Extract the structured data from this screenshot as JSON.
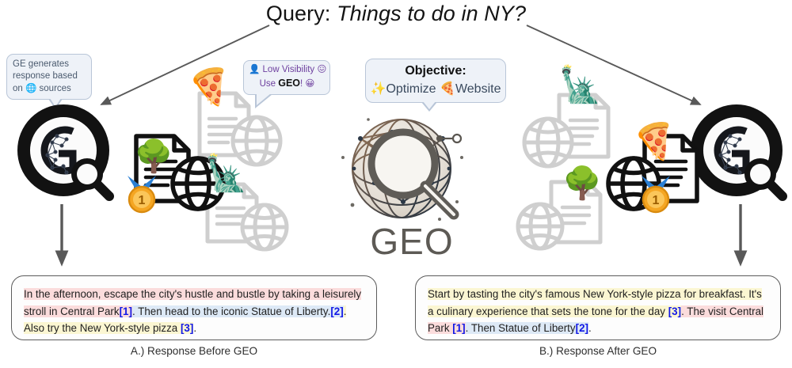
{
  "query": {
    "label": "Query:",
    "value": "Things to do in NY?"
  },
  "callouts": {
    "ge_generates": {
      "line1": "GE generates",
      "line2": "response based",
      "line3_pre": "on",
      "line3_icon": "globe-icon",
      "line3_post": "sources"
    },
    "low_visibility": {
      "person_icon": "person-icon",
      "line1": "Low Visibility",
      "line1_emoji": "confounded-face",
      "line2_pre": "Use",
      "line2_strong": "GEO",
      "line2_post": "!",
      "line2_emoji": "grinning-face"
    },
    "objective": {
      "title": "Objective:",
      "wand_icon": "magic-wand-icon",
      "action": "Optimize",
      "pizza_icon": "pizza-icon",
      "target": "Website"
    }
  },
  "center": {
    "logo_label": "GEO",
    "logo_icon": "network-sphere-magnifier-icon"
  },
  "engines": {
    "left_logo_icon": "generative-engine-logo",
    "right_logo_icon": "generative-engine-logo"
  },
  "sources_left": [
    {
      "name": "central-park-webpage",
      "emoji": "tree",
      "rank_badge": "1",
      "style": "dark"
    },
    {
      "name": "pizza-webpage",
      "emoji": "pizza",
      "rank_badge": "",
      "style": "light"
    },
    {
      "name": "statue-of-liberty-webpage",
      "emoji": "statue-of-liberty",
      "rank_badge": "",
      "style": "light"
    }
  ],
  "sources_right": [
    {
      "name": "pizza-webpage",
      "emoji": "pizza",
      "rank_badge": "1",
      "style": "dark"
    },
    {
      "name": "statue-of-liberty-webpage",
      "emoji": "statue-of-liberty",
      "rank_badge": "",
      "style": "light"
    },
    {
      "name": "central-park-webpage",
      "emoji": "tree",
      "rank_badge": "",
      "style": "light"
    }
  ],
  "answers": {
    "before": {
      "caption": "A.) Response Before GEO",
      "segments": [
        {
          "text": "In the afternoon, escape the city's hustle and bustle by taking a leisurely stroll in Central Park",
          "highlight": "park"
        },
        {
          "text": "[1]",
          "highlight": "cite"
        },
        {
          "text": ". Then head to the iconic Statue of Liberty.",
          "highlight": "liberty"
        },
        {
          "text": "[2]",
          "highlight": "cite"
        },
        {
          "text": ". Also try the New York-style pizza ",
          "highlight": "pizza"
        },
        {
          "text": "[3]",
          "highlight": "cite"
        },
        {
          "text": ".",
          "highlight": "none"
        }
      ]
    },
    "after": {
      "caption": "B.) Response After GEO",
      "segments": [
        {
          "text": "Start by tasting the city's famous New York-style pizza for breakfast. It's a culinary experience that sets the tone for the day ",
          "highlight": "pizza"
        },
        {
          "text": "[3]",
          "highlight": "cite"
        },
        {
          "text": ". The visit Central Park ",
          "highlight": "park"
        },
        {
          "text": "[1]",
          "highlight": "cite"
        },
        {
          "text": ". Then Statue of Liberty",
          "highlight": "liberty"
        },
        {
          "text": "[2]",
          "highlight": "cite"
        },
        {
          "text": ".",
          "highlight": "none"
        }
      ]
    }
  },
  "colors": {
    "highlight_park": "#fbdcdc",
    "highlight_liberty": "#dde9f6",
    "highlight_pizza": "#fbf6d2",
    "citation": "#1219e6",
    "callout_bg": "#eef2f8",
    "callout_border": "#b9c6d8",
    "arrow": "#595959"
  }
}
